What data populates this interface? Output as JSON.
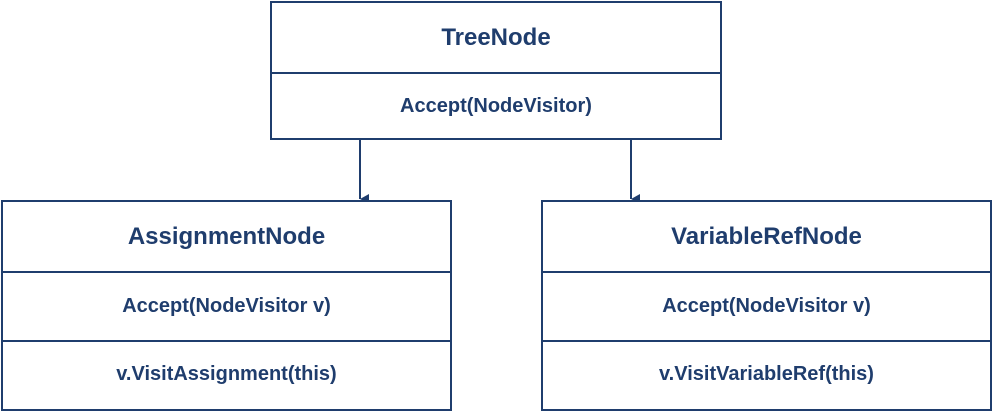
{
  "colors": {
    "stroke": "#1f3d6d",
    "text": "#1f3d6d",
    "background": "#ffffff"
  },
  "nodes": {
    "tree_node": {
      "name": "TreeNode",
      "method": "Accept(NodeVisitor)"
    },
    "assignment_node": {
      "name": "AssignmentNode",
      "method": "Accept(NodeVisitor v)",
      "body": "v.VisitAssignment(this)"
    },
    "variable_ref_node": {
      "name": "VariableRefNode",
      "method": "Accept(NodeVisitor v)",
      "body": "v.VisitVariableRef(this)"
    }
  },
  "edges": [
    {
      "from": "tree_node",
      "to": "assignment_node",
      "kind": "arrow"
    },
    {
      "from": "tree_node",
      "to": "variable_ref_node",
      "kind": "arrow"
    }
  ]
}
